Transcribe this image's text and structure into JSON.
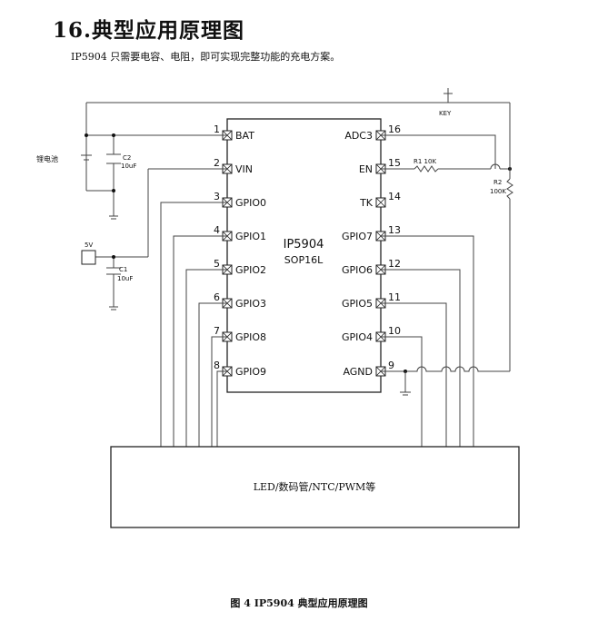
{
  "heading": "16.典型应用原理图",
  "intro": "IP5904 只需要电容、电阻，即可实现完整功能的充电方案。",
  "caption": "图 4    IP5904 典型应用原理图",
  "chip": {
    "name": "IP5904",
    "package": "SOP16L",
    "left_pins": [
      {
        "num": "1",
        "name": "BAT"
      },
      {
        "num": "2",
        "name": "VIN"
      },
      {
        "num": "3",
        "name": "GPIO0"
      },
      {
        "num": "4",
        "name": "GPIO1"
      },
      {
        "num": "5",
        "name": "GPIO2"
      },
      {
        "num": "6",
        "name": "GPIO3"
      },
      {
        "num": "7",
        "name": "GPIO8"
      },
      {
        "num": "8",
        "name": "GPIO9"
      }
    ],
    "right_pins": [
      {
        "num": "16",
        "name": "ADC3"
      },
      {
        "num": "15",
        "name": "EN"
      },
      {
        "num": "14",
        "name": "TK"
      },
      {
        "num": "13",
        "name": "GPIO7"
      },
      {
        "num": "12",
        "name": "GPIO6"
      },
      {
        "num": "11",
        "name": "GPIO5"
      },
      {
        "num": "10",
        "name": "GPIO4"
      },
      {
        "num": "9",
        "name": "AGND"
      }
    ]
  },
  "components": {
    "battery": "锂电池",
    "c2_ref": "C2",
    "c2_val": "10uF",
    "c1_ref": "C1",
    "c1_val": "10uF",
    "vin_source": "5V",
    "r1": "R1 10K",
    "r2_ref": "R2",
    "r2_val": "100K",
    "key": "KEY"
  },
  "block_label": "LED/数码管/NTC/PWM等"
}
